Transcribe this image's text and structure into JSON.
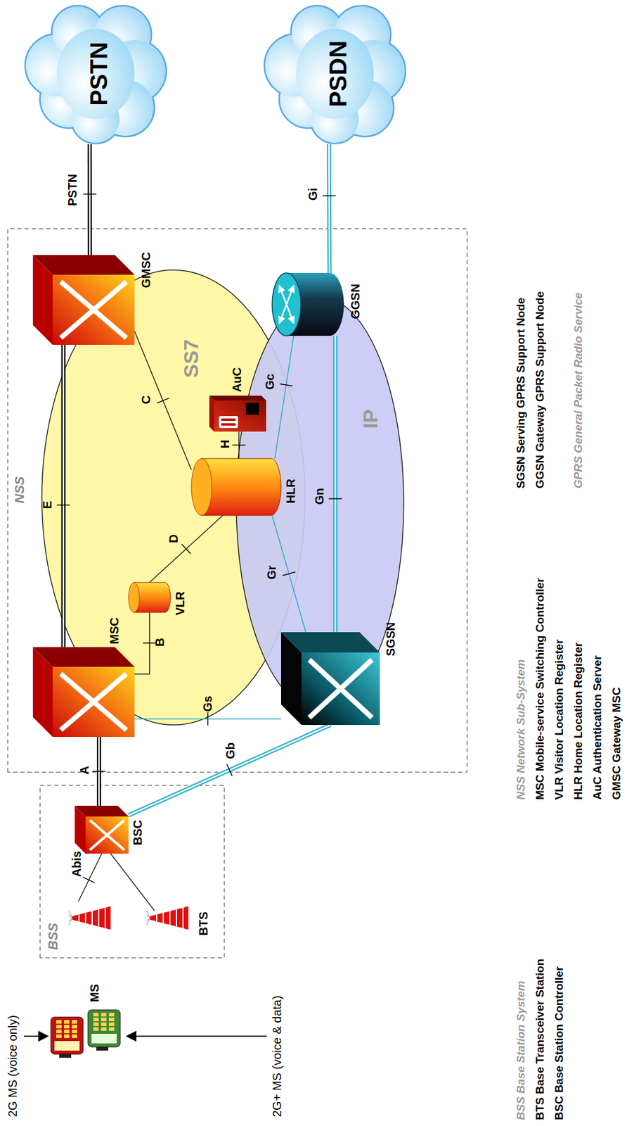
{
  "diagram": {
    "nodes": [
      {
        "text": [
          "BSS"
        ]
      },
      {
        "text": [
          "BTS"
        ],
        "in": 0
      },
      {
        "text": [
          "BSC"
        ],
        "in": 0
      },
      {
        "text": [
          "NSS"
        ]
      },
      {
        "text": [
          "SS7"
        ],
        "in": 3
      },
      {
        "text": [
          "IP"
        ],
        "in": 3
      },
      {
        "text": [
          "MSC"
        ],
        "in": 4
      },
      {
        "text": [
          "VLR"
        ],
        "in": 4
      },
      {
        "text": [
          "HLR"
        ],
        "in": 4
      },
      {
        "text": [
          "AuC"
        ],
        "in": 4
      },
      {
        "text": [
          "GMSC"
        ],
        "in": 4
      },
      {
        "text": [
          "SGSN"
        ],
        "in": 3
      },
      {
        "text": [
          "GGSN"
        ],
        "in": 5
      },
      {
        "text": [
          "PSTN"
        ]
      },
      {
        "text": [
          "PSDN"
        ]
      },
      {
        "text": [
          "MS"
        ]
      }
    ],
    "edges": [
      {
        "from": 1,
        "to": 2,
        "arrow": "none",
        "label": "Abis"
      },
      {
        "from": 2,
        "to": 6,
        "arrow": "none",
        "label": "A"
      },
      {
        "from": 2,
        "to": 11,
        "arrow": "none",
        "label": "Gb"
      },
      {
        "from": 6,
        "to": 7,
        "arrow": "none",
        "label": "B"
      },
      {
        "from": 6,
        "to": 11,
        "arrow": "none",
        "label": "Gs"
      },
      {
        "from": 6,
        "to": 10,
        "arrow": "none",
        "label": "E"
      },
      {
        "from": 7,
        "to": 8,
        "arrow": "none",
        "label": "D"
      },
      {
        "from": 8,
        "to": 10,
        "arrow": "none",
        "label": "C"
      },
      {
        "from": 8,
        "to": 9,
        "arrow": "none",
        "label": "H"
      },
      {
        "from": 11,
        "to": 8,
        "arrow": "none",
        "label": "Gr"
      },
      {
        "from": 8,
        "to": 12,
        "arrow": "none",
        "label": "Gc"
      },
      {
        "from": 11,
        "to": 12,
        "arrow": "none",
        "label": "Gn"
      },
      {
        "from": 12,
        "to": 14,
        "arrow": "none",
        "label": "Gi"
      },
      {
        "from": 10,
        "to": 13,
        "arrow": "none",
        "label": "PSTN"
      }
    ],
    "labels": [
      "2G MS (voice only)",
      "2G+ MS (voice & data)",
      "BSS Base Station System",
      "BTS Base Transceiver Station",
      "BSC Base Station Controller",
      "NSS Network Sub-System",
      "MSC Mobile-service Switching Controller",
      "VLR Visitor Location Register",
      "HLR Home Location Register",
      "AuC Authentication Server",
      "GMSC Gateway MSC",
      "SGSN Serving GPRS Support Node",
      "GGSN Gateway GPRS Support Node",
      "GPRS General Packet Radio Service"
    ]
  }
}
